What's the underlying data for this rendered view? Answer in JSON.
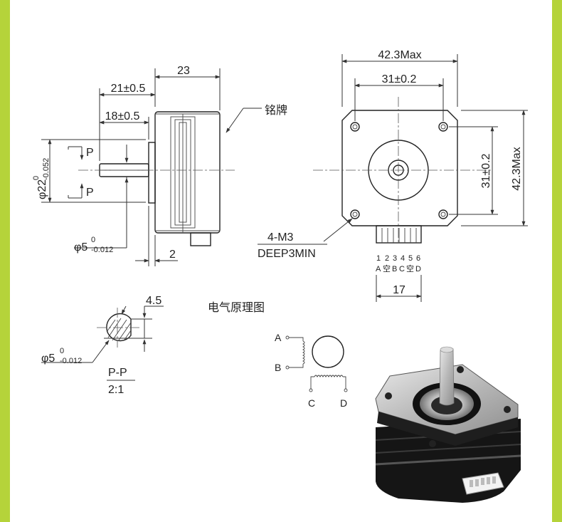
{
  "colors": {
    "side_bar": "#b5d33a",
    "line": "#222222",
    "motor_body": "#1a1a1a",
    "motor_plate": "#c9c9c9"
  },
  "side_view": {
    "length": "23",
    "flange": "21±0.5",
    "shaft_length": "18±0.5",
    "pilot_diameter_base": "φ22",
    "pilot_tol_upper": "0",
    "pilot_tol_lower": "-0.052",
    "section_mark": "P",
    "shaft_diameter_base": "φ5",
    "shaft_tol_upper": "0",
    "shaft_tol_lower": "-0.012",
    "pilot_height": "2",
    "nameplate": "铭牌"
  },
  "front_view": {
    "width_max": "42.3Max",
    "hole_spacing_h": "31±0.2",
    "hole_spacing_v": "31±0.2",
    "height_max": "42.3Max",
    "holes_label": "4-M3",
    "holes_depth": "DEEP3MIN",
    "pins": [
      "1",
      "2",
      "3",
      "4",
      "5",
      "6"
    ],
    "pin_signals": [
      "A",
      "空",
      "B",
      "C",
      "空",
      "D"
    ],
    "connector_width": "17"
  },
  "section_view": {
    "flat": "4.5",
    "diameter_base": "φ5",
    "tol_upper": "0",
    "tol_lower": "-0.012",
    "title": "P-P",
    "scale": "2:1"
  },
  "schematic": {
    "title": "电气原理图",
    "a": "A",
    "b": "B",
    "c": "C",
    "d": "D"
  }
}
